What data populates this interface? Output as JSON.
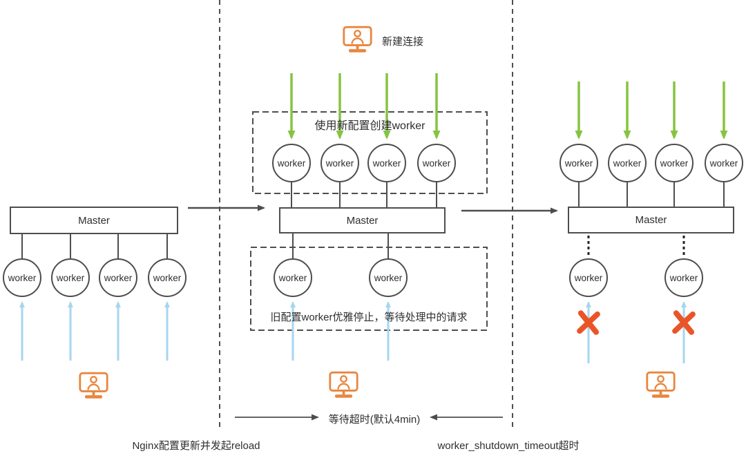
{
  "colors": {
    "line": "#4d4d4d",
    "text": "#2e2e2e",
    "green": "#86c440",
    "blue": "#a6d6ee",
    "orange": "#e8863f",
    "cross": "#ea5528"
  },
  "labels": {
    "master": "Master",
    "worker": "worker"
  },
  "stage2": {
    "new_connections_label": "新建连接",
    "new_workers_box_label": "使用新配置创建worker",
    "old_workers_box_label": "旧配置worker优雅停止，等待处理中的请求",
    "timeout_label": "等待超时(默认4min)"
  },
  "captions": {
    "reload": "Nginx配置更新并发起reload",
    "shutdown_timeout": "worker_shutdown_timeout超时"
  }
}
